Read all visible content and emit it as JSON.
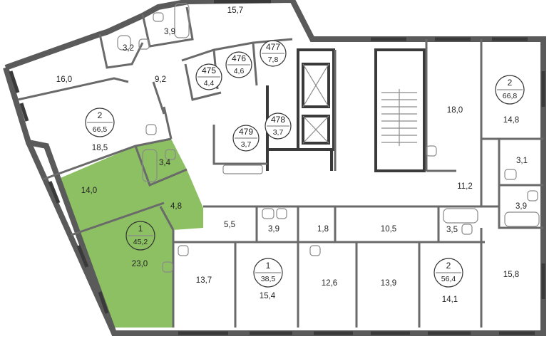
{
  "colors": {
    "highlight": "#8cc063",
    "wall": "#5a5a5a"
  },
  "selected_apartment": {
    "rooms": "1",
    "area": "45,2",
    "room_areas": [
      "14,0",
      "3,4",
      "4,8",
      "23,0"
    ]
  },
  "room_labels": {
    "r15_7": "15,7",
    "r3_9a": "3,9",
    "r3_2": "3,2",
    "r16_0": "16,0",
    "r9_2": "9,2",
    "r18_5": "18,5",
    "r14_0": "14,0",
    "r3_4": "3,4",
    "r4_8": "4,8",
    "r23_0": "23,0",
    "r5_5": "5,5",
    "r3_9b": "3,9",
    "r1_8": "1,8",
    "r10_5": "10,5",
    "r3_5": "3,5",
    "r13_7": "13,7",
    "r15_4": "15,4",
    "r12_6": "12,6",
    "r13_9": "13,9",
    "r14_1": "14,1",
    "r15_8": "15,8",
    "r18_0": "18,0",
    "r14_8": "14,8",
    "r3_1": "3,1",
    "r11_2": "11,2",
    "r3_9c": "3,9"
  },
  "apartment_badges": [
    {
      "rooms": "2",
      "area": "66,5"
    },
    {
      "rooms": "1",
      "area": "45,2"
    },
    {
      "rooms": "1",
      "area": "38,5"
    },
    {
      "rooms": "2",
      "area": "56,4"
    },
    {
      "rooms": "2",
      "area": "66,8"
    }
  ],
  "storage_units": [
    {
      "number": "475",
      "area": "4,4"
    },
    {
      "number": "476",
      "area": "4,6"
    },
    {
      "number": "477",
      "area": "7,8"
    },
    {
      "number": "478",
      "area": "3,7"
    },
    {
      "number": "479",
      "area": "3,7"
    }
  ]
}
